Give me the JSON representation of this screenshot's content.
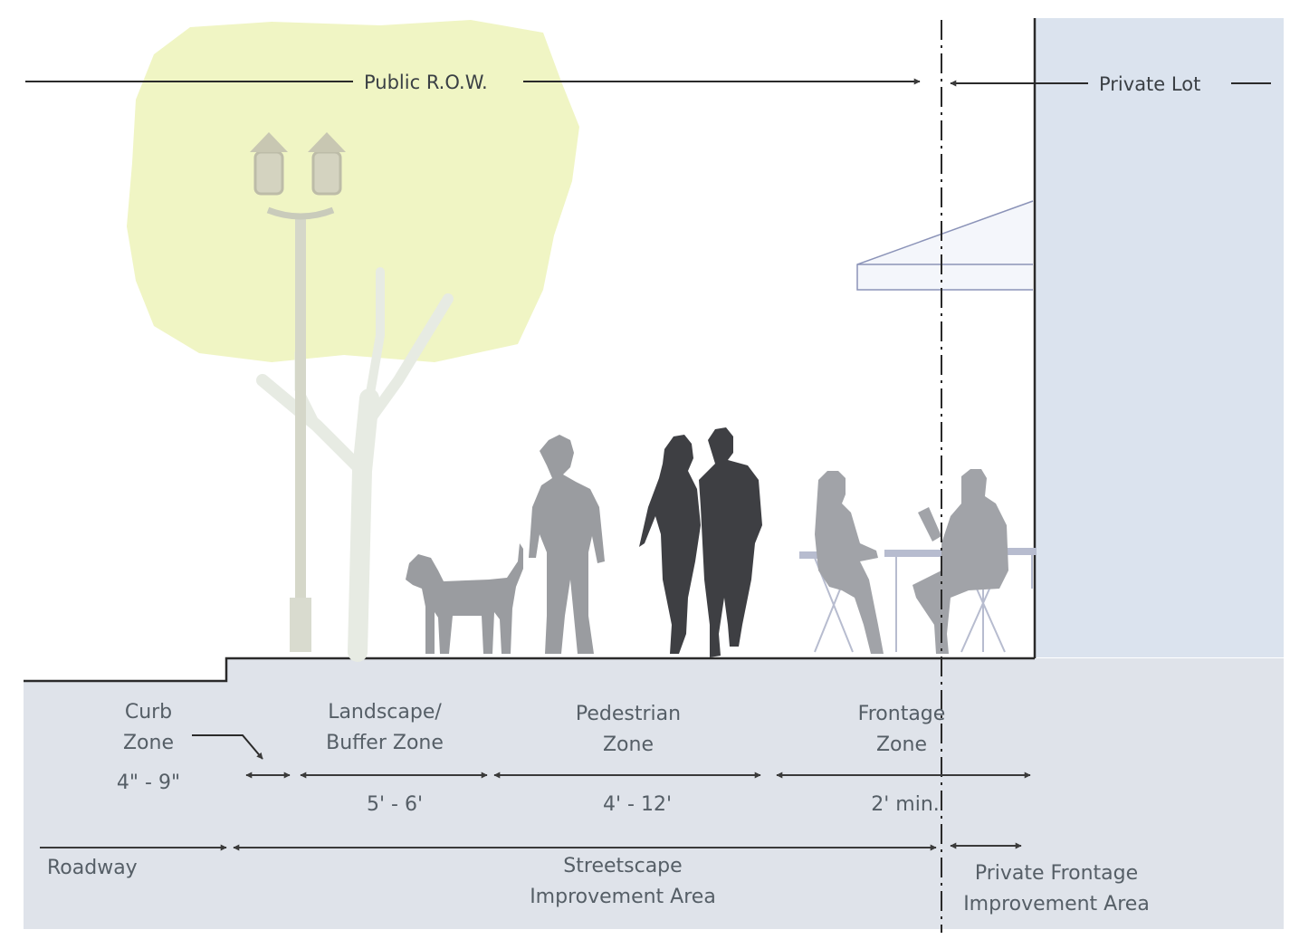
{
  "header": {
    "public_row": "Public R.O.W.",
    "private_lot": "Private Lot"
  },
  "zones": {
    "curb": {
      "line1": "Curb",
      "line2": "Zone",
      "dimension": "4\" - 9\""
    },
    "landscape": {
      "line1": "Landscape/",
      "line2": "Buffer Zone",
      "dimension": "5' - 6'"
    },
    "pedestrian": {
      "line1": "Pedestrian",
      "line2": "Zone",
      "dimension": "4' - 12'"
    },
    "frontage": {
      "line1": "Frontage",
      "line2": "Zone",
      "dimension": "2' min."
    }
  },
  "areas": {
    "roadway": "Roadway",
    "streetscape": {
      "line1": "Streetscape",
      "line2": "Improvement Area"
    },
    "private_frontage": {
      "line1": "Private Frontage",
      "line2": "Improvement Area"
    }
  },
  "colors": {
    "ground": "#dfe3ea",
    "building": "#dbe3ee",
    "tree_canopy": "#f0f5c4",
    "silhouette_light": "#9a9ca0",
    "silhouette_dark": "#3e3f43",
    "line": "#3a3a3a"
  }
}
